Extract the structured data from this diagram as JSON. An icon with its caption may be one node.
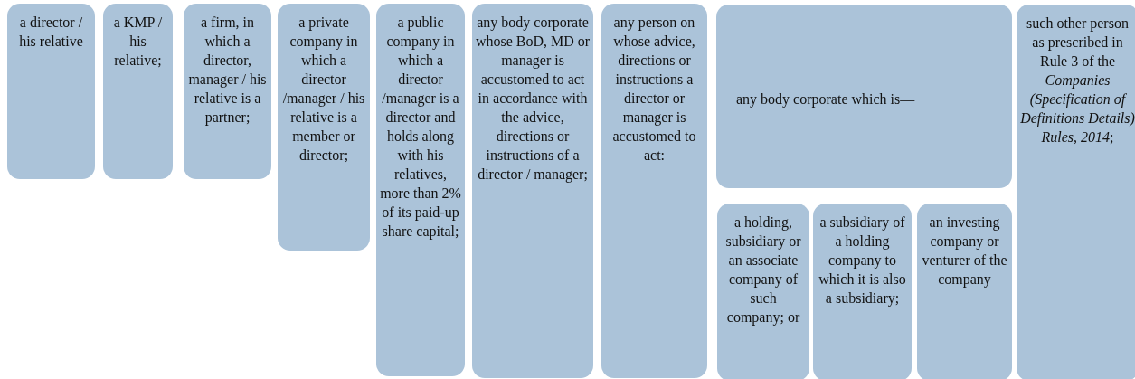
{
  "diagram": {
    "nodes": [
      {
        "text": [
          "a director / his relative"
        ]
      },
      {
        "text": [
          "a KMP / his relative;"
        ]
      },
      {
        "text": [
          "a firm, in which a director, manager / his relative is a partner;"
        ]
      },
      {
        "text": [
          "a private company in which a director /manager / his relative is a member or director;"
        ]
      },
      {
        "text": [
          "a public company in which a director /manager is a director and holds along with his relatives, more than 2% of its paid-up share capital;"
        ]
      },
      {
        "text": [
          "any body corporate whose BoD, MD or manager is accustomed to act in accordance with the advice, directions or instructions of a director / manager;"
        ]
      },
      {
        "text": [
          "any person on whose advice, directions or instructions a director or manager is accustomed to act:"
        ]
      },
      {
        "text": [
          "any body corporate which is—"
        ]
      },
      {
        "text": [
          "a holding, subsidiary or an associate company of such company; or"
        ]
      },
      {
        "text": [
          "a subsidiary of a holding company to which it is also a subsidiary;"
        ]
      },
      {
        "text": [
          "an investing company or venturer of the company"
        ]
      },
      {
        "text": [
          "such other person as prescribed in Rule 3 of the *Companies (Specification of Definitions Details) Rules, 2014*;"
        ]
      }
    ],
    "edges": []
  }
}
